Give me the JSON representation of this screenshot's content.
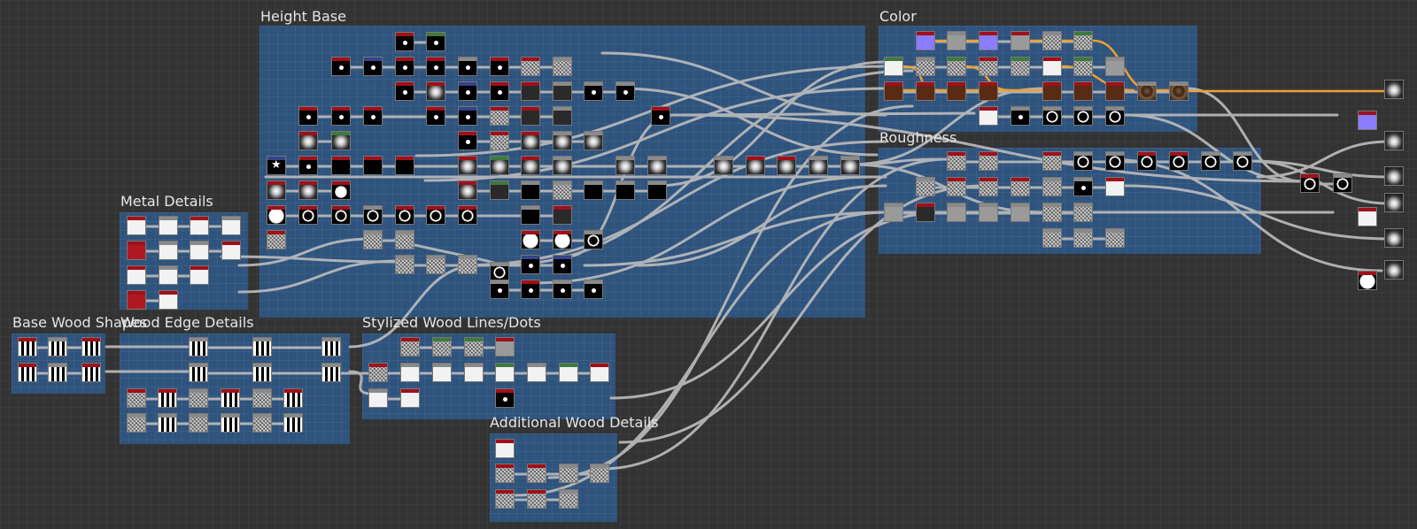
{
  "frames": {
    "height_base": {
      "title": "Height Base"
    },
    "color": {
      "title": "Color"
    },
    "roughness": {
      "title": "Roughness"
    },
    "metal_details": {
      "title": "Metal Details"
    },
    "base_wood_shapes": {
      "title": "Base Wood Shapes"
    },
    "wood_edge_details": {
      "title": "Wood Edge Details"
    },
    "stylized_wood_lines": {
      "title": "Stylized Wood Lines/Dots"
    },
    "additional_wood_details": {
      "title": "Additional Wood Details"
    }
  },
  "colors": {
    "frame": "#2d5887",
    "background": "#333333",
    "wire": "#bdbdbd",
    "wire_highlight": "#f0a030",
    "header_red": "#a0101a",
    "header_green": "#3d7a3d",
    "header_blue": "#34448a",
    "header_gray": "#8a8a8a"
  }
}
